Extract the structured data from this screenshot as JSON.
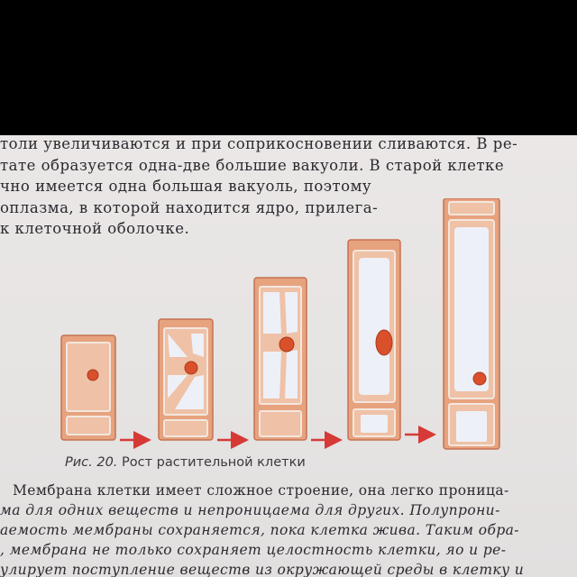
{
  "top_text": [
    "толи увеличиваются и при соприкосновении сливаются. В ре-",
    "тате образуется одна-две большие вакуоли. В старой клетке",
    "чно имеется одна большая вакуоль, поэтому",
    "оплазма, в которой находится ядро, прилега-",
    "к клеточной оболочке."
  ],
  "figure": {
    "caption_number": "Рис. 20.",
    "caption_text": "Рост растительной клетки",
    "stages": 5
  },
  "bottom_text": [
    "Мембрана клетки имеет сложное строение, она легко проница-",
    "ма для одних веществ и непроницаема для других. Полупрони-",
    "аемость мембраны сохраняется, пока клетка жива. Таким обра-",
    ", мембрана не только сохраняет целостность клетки, яо и ре-",
    "улирует поступление веществ из окружающей среды в клетку и"
  ],
  "colors": {
    "wall": "#e7a27e",
    "wall_edge": "#c57252",
    "cytoplasm": "#efc1a6",
    "vacuole": "#eef0f7",
    "nucleus": "#d9502a",
    "arrow": "#d63a36"
  }
}
